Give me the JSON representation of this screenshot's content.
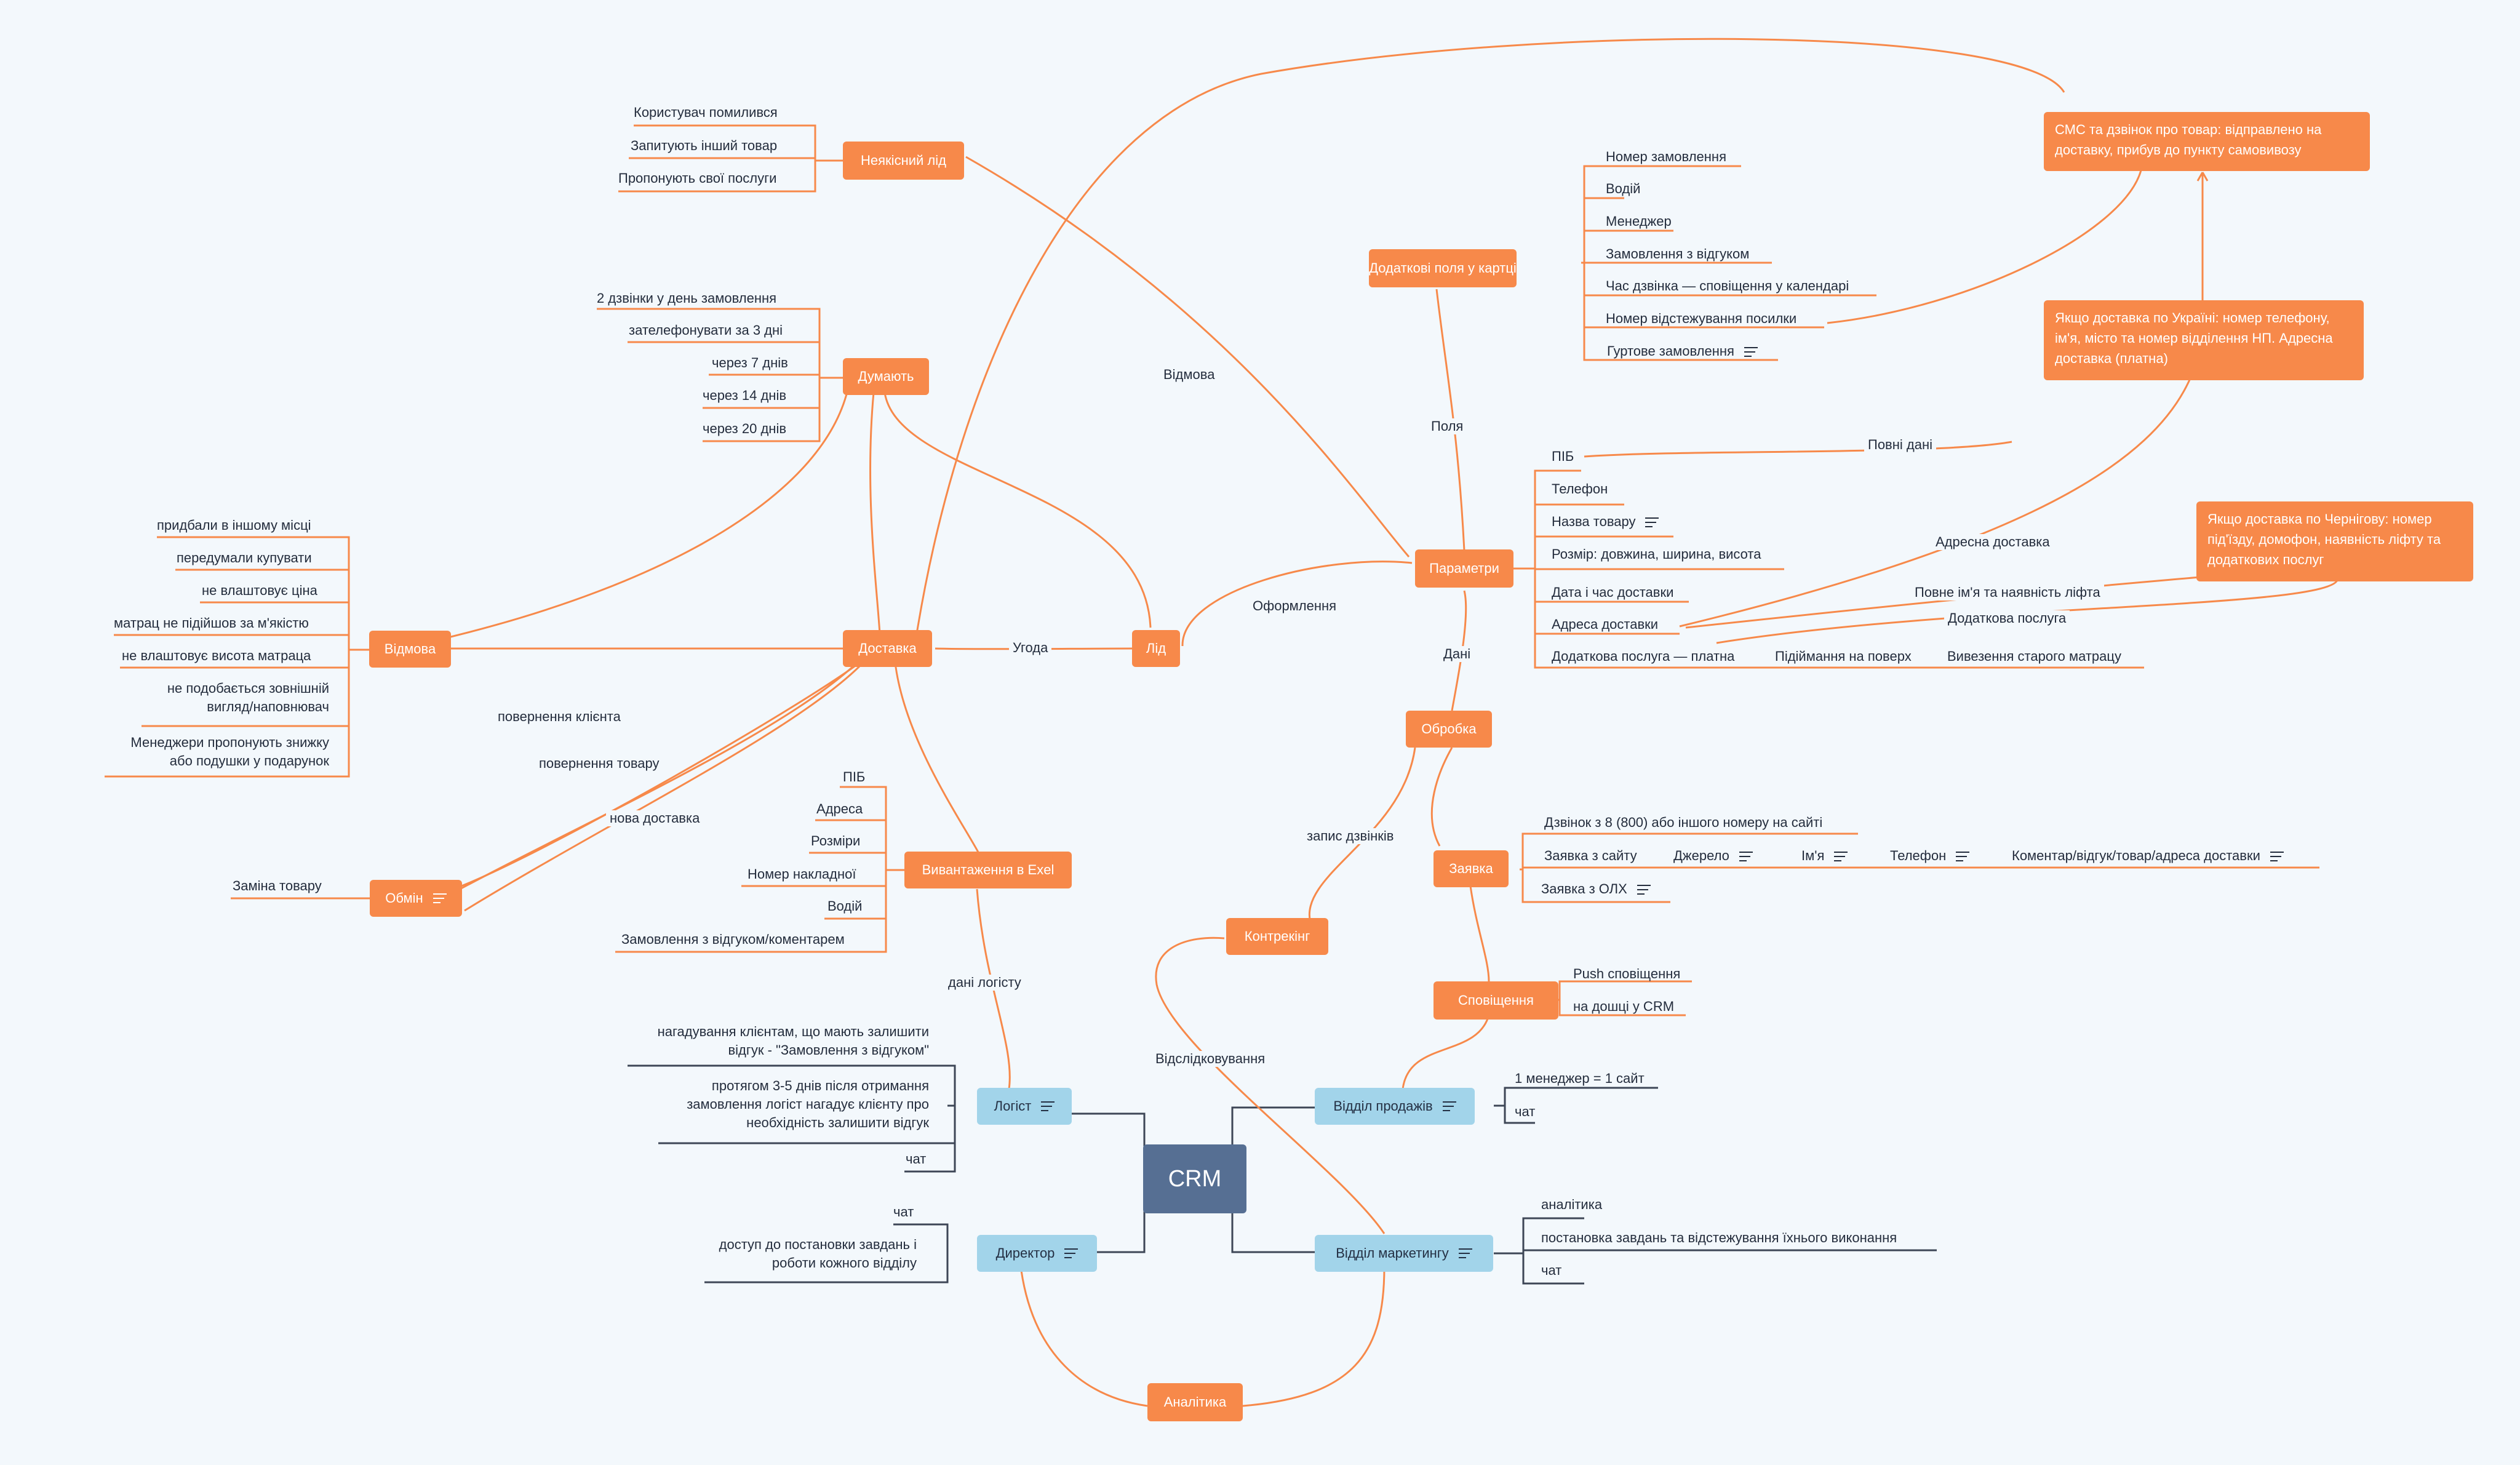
{
  "root": "CRM",
  "departments": {
    "logist": "Логіст",
    "director": "Директор",
    "sales": "Відділ продажів",
    "marketing": "Відділ маркетингу"
  },
  "nodes": {
    "analytics": "Аналітика",
    "contracking": "Контрекінг",
    "excel": "Вивантаження в Exel",
    "exchange": "Обмін",
    "delivery": "Доставка",
    "refusal": "Відмова",
    "thinking": "Думають",
    "bad_lead": "Неякісний лід",
    "lead": "Лід",
    "parameters": "Параметри",
    "extra_fields": "Додаткові поля у картці",
    "processing": "Обробка",
    "request": "Заявка",
    "notifications": "Сповіщення"
  },
  "notes": {
    "sms": "СМС та дзвінок про товар: відправлено на доставку, прибув до пункту самовивозу",
    "ukraine": "Якщо доставка по Україні: номер телефону, ім'я, місто та номер відділення НП. Адресна доставка (платна)",
    "chernihiv": "Якщо доставка по Чернігову: номер під'їзду, домофон, наявність ліфту та додаткових послуг"
  },
  "edge_labels": {
    "refusal": "Відмова",
    "fields": "Поля",
    "full_data": "Повні дані",
    "address_delivery": "Адресна доставка",
    "name_lift": "Повне ім'я та наявність ліфта",
    "extra_service": "Додаткова послуга",
    "checkout": "Оформлення",
    "deal": "Угода",
    "data": "Дані",
    "call_record": "запис дзвінків",
    "tracking": "Відслідковування",
    "logistics_data": "дані логісту",
    "client_return": "повернення клієнта",
    "goods_return": "повернення товару",
    "new_delivery": "нова доставка"
  },
  "bad_lead_items": [
    "Користувач помилився",
    "Запитують інший товар",
    "Пропонують свої послуги"
  ],
  "thinking_items": [
    "2 дзвінки у день замовлення",
    "зателефонувати за 3 дні",
    "через 7 днів",
    "через 14 днів",
    "через 20 днів"
  ],
  "refusal_items": [
    "придбали в іншому місці",
    "передумали купувати",
    "не влаштовує ціна",
    "матрац не підійшов за м'якістю",
    "не влаштовує висота матраца",
    "не подобається зовнішній вигляд/наповнювач",
    "Менеджери пропонують знижку або подушки у подарунок"
  ],
  "exchange_items": [
    "Заміна товару"
  ],
  "excel_items": [
    "ПІБ",
    "Адреса",
    "Розміри",
    "Номер накладної",
    "Водій",
    "Замовлення з відгуком/коментарем"
  ],
  "logist_items": [
    "нагадування клієнтам, що мають залишити відгук - \"Замовлення з відгуком\"",
    "протягом 3-5 днів після отримання замовлення логіст нагадує клієнту про необхідність залишити відгук",
    "чат"
  ],
  "director_items": [
    "чат",
    "доступ до постановки завдань і роботи кожного відділу"
  ],
  "sales_items": [
    "1 менеджер = 1 сайт",
    "чат"
  ],
  "marketing_items": [
    "аналітика",
    "постановка завдань та відстежування їхнього виконання",
    "чат"
  ],
  "extra_field_items": [
    "Номер замовлення",
    "Водій",
    "Менеджер",
    "Замовлення з відгуком",
    "Час дзвінка — сповіщення у календарі",
    "Номер відстежування посилки",
    "Гуртове замовлення"
  ],
  "param_items": [
    "ПІБ",
    "Телефон",
    "Назва товару",
    "Розмір: довжина, ширина, висота",
    "Дата і час доставки",
    "Адреса доставки",
    "Додаткова послуга — платна"
  ],
  "param_sub_items": [
    "Підіймання на поверх",
    "Вивезення старого матрацу"
  ],
  "request_items": {
    "call": "Дзвінок з 8 (800) або іншого номеру на сайті",
    "site": "Заявка з сайту",
    "site_subs": [
      "Джерело",
      "Ім'я",
      "Телефон",
      "Коментар/відгук/товар/адреса доставки"
    ],
    "olx": "Заявка з ОЛХ"
  },
  "notification_items": [
    "Push сповіщення",
    "на дошці у CRM"
  ],
  "colors": {
    "orange": "#f7894a",
    "blue": "#a2d4ea",
    "root": "#566f93",
    "line": "#f7894a",
    "dark_line": "#3d4656",
    "text": "#242d3d",
    "bg": "#f3f8fc"
  }
}
